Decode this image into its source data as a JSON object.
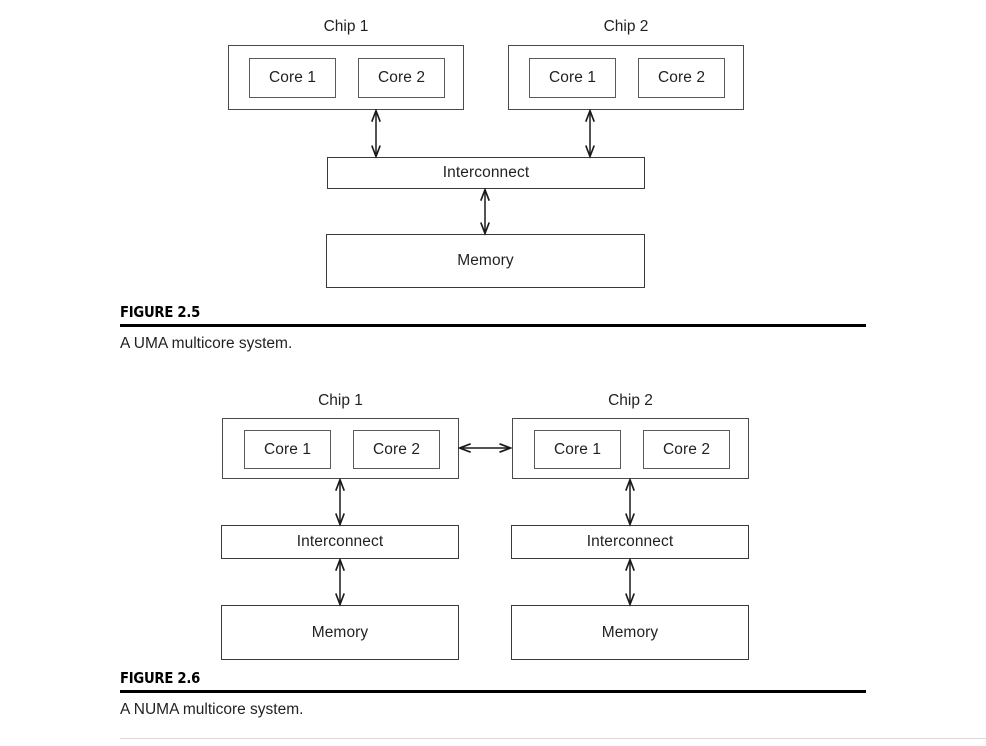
{
  "page": {
    "background": "#ffffff",
    "ink": "#231f20",
    "rule_color": "#000000"
  },
  "figures": [
    {
      "id": "figure-2-5",
      "title": "FIGURE 2.5",
      "caption": "A UMA multicore system.",
      "type": "uma",
      "chips": [
        {
          "label": "Chip 1",
          "cores": [
            "Core 1",
            "Core 2"
          ]
        },
        {
          "label": "Chip 2",
          "cores": [
            "Core 1",
            "Core 2"
          ]
        }
      ],
      "interconnects": [
        "Interconnect"
      ],
      "memories": [
        "Memory"
      ]
    },
    {
      "id": "figure-2-6",
      "title": "FIGURE 2.6",
      "caption": "A NUMA multicore system.",
      "type": "numa",
      "chips": [
        {
          "label": "Chip 1",
          "cores": [
            "Core 1",
            "Core 2"
          ]
        },
        {
          "label": "Chip 2",
          "cores": [
            "Core 1",
            "Core 2"
          ]
        }
      ],
      "interconnects": [
        "Interconnect",
        "Interconnect"
      ],
      "memories": [
        "Memory",
        "Memory"
      ]
    }
  ],
  "diagram_notes": {
    "connector_style": "double-headed-arrow",
    "uma_topology": "both chips connect down to one shared interconnect, which connects down to one shared memory",
    "numa_topology": "each chip connects down to its own interconnect and memory; the two chips are linked by a horizontal double-headed arrow"
  }
}
